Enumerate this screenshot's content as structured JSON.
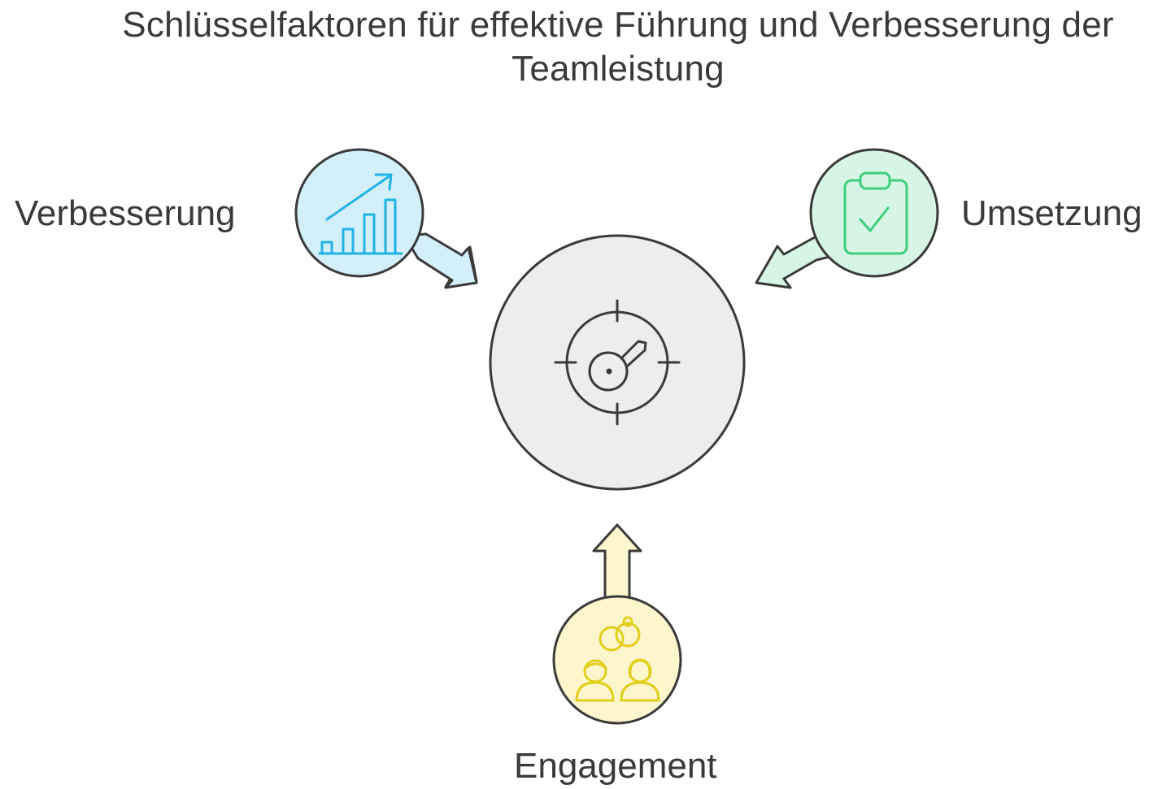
{
  "title": {
    "line1": "Schlüsselfaktoren für effektive Führung und Verbesserung der",
    "line2": "Teamleistung"
  },
  "factors": [
    {
      "id": "verbesserung",
      "label": "Verbesserung",
      "icon": "rising-bar-chart-icon",
      "color": "#d3effa",
      "stroke": "#21b3e6"
    },
    {
      "id": "umsetzung",
      "label": "Umsetzung",
      "icon": "clipboard-check-icon",
      "color": "#d6f5e4",
      "stroke": "#3ecf7c"
    },
    {
      "id": "engagement",
      "label": "Engagement",
      "icon": "team-people-icon",
      "color": "#fdf6cc",
      "stroke": "#e2cf1c"
    }
  ],
  "center": {
    "icon": "target-key-icon",
    "color": "#ededed",
    "stroke": "#3a3a3a"
  }
}
